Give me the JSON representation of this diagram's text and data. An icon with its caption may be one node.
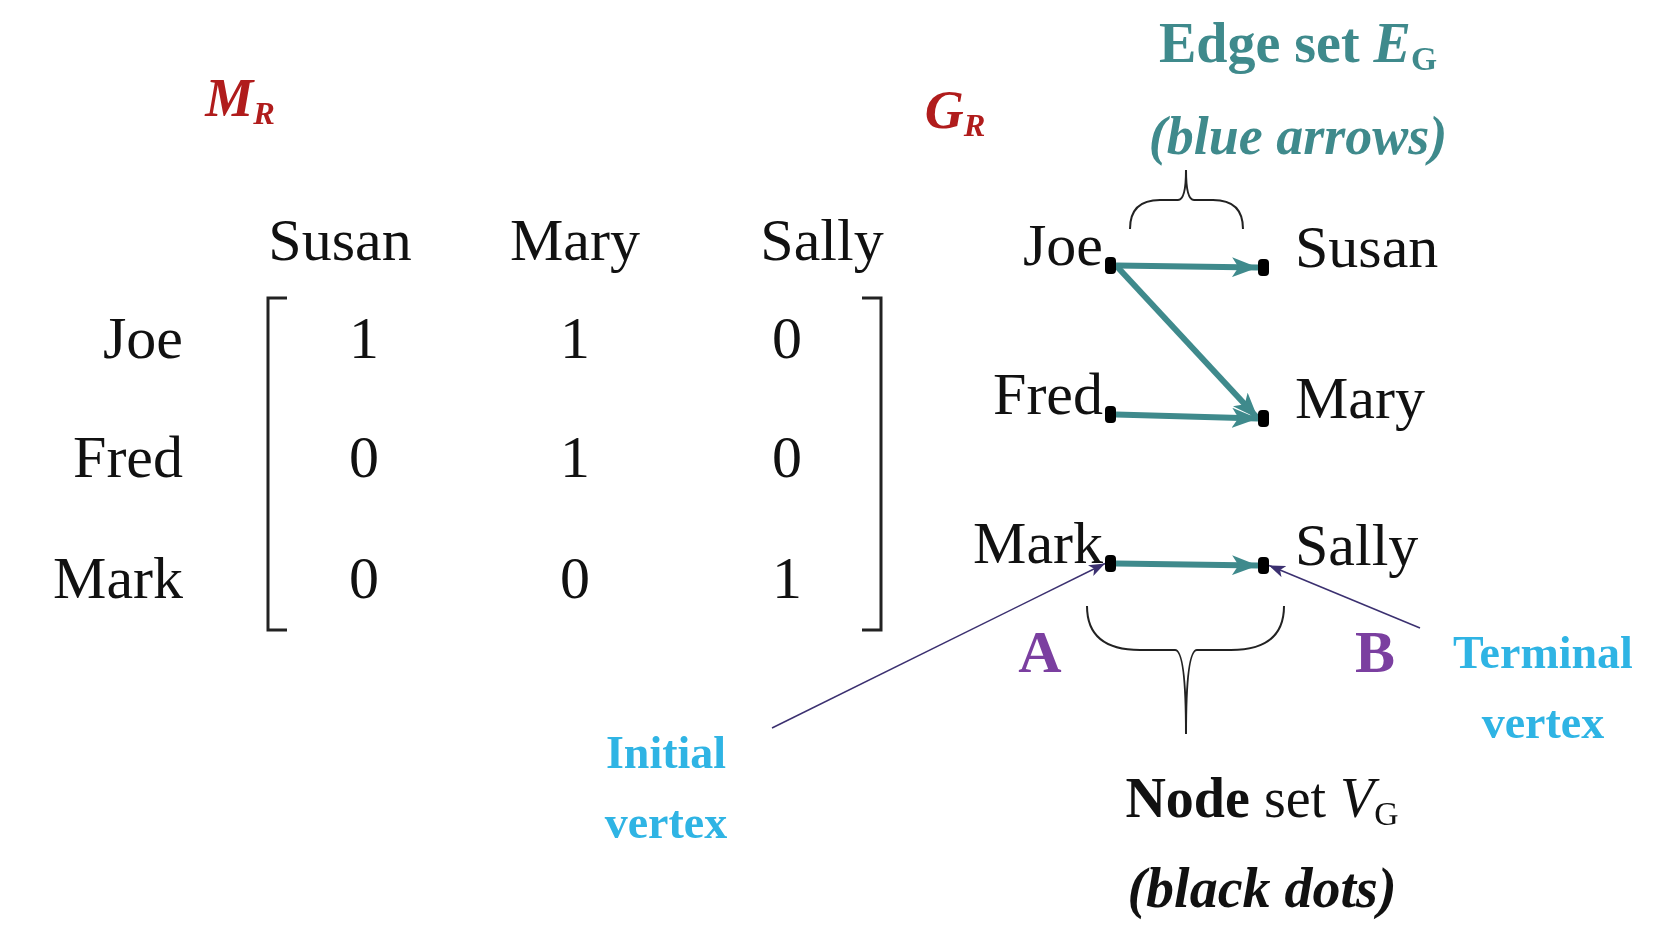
{
  "diagram": {
    "nodes": [
      {
        "text": [
          "Joe"
        ]
      },
      {
        "text": [
          "Susan"
        ]
      },
      {
        "text": [
          "Fred"
        ]
      },
      {
        "text": [
          "Mary"
        ]
      },
      {
        "text": [
          "Mark"
        ]
      },
      {
        "text": [
          "Sally"
        ]
      },
      {
        "text": [
          "Terminal vertex"
        ]
      },
      {
        "text": [
          "Initial vertex"
        ]
      }
    ],
    "edges": [
      {
        "from": 0,
        "to": 1,
        "arrow": "to"
      },
      {
        "from": 0,
        "to": 3,
        "arrow": "to"
      },
      {
        "from": 2,
        "to": 3,
        "arrow": "to"
      },
      {
        "from": 4,
        "to": 5,
        "arrow": "to"
      },
      {
        "from": 6,
        "to": 5,
        "arrow": "to",
        "color": "#3b3070"
      },
      {
        "from": 7,
        "to": 4,
        "arrow": "to",
        "color": "#3b3070"
      }
    ],
    "labels": [
      "Edge set *E*$_{G}$",
      "(blue arrows)",
      "M$_{R}$",
      "G$_{R}$",
      "Susan",
      "Mary",
      "Sally",
      "Joe",
      "1",
      "1",
      "0",
      "Fred",
      "0",
      "1",
      "0",
      "Mark",
      "0",
      "0",
      "1",
      "A",
      "B",
      "**Node** set *V*$_{G}$",
      "(black dots)"
    ]
  }
}
